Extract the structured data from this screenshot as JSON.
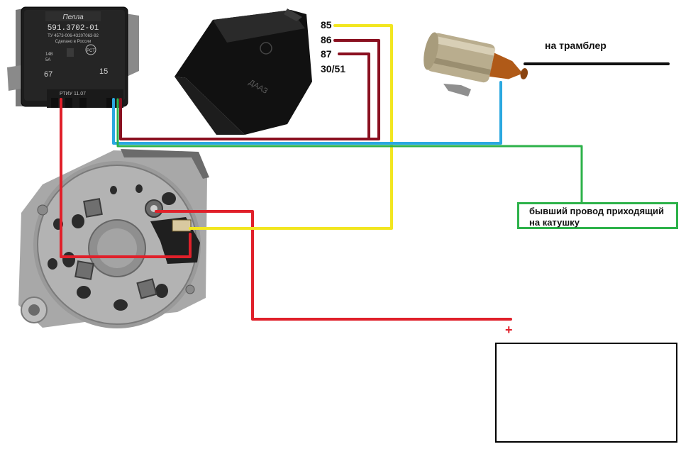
{
  "regulator": {
    "part_number": "591.3702-01",
    "spec_line": "ТУ 4573-006-43207063-92",
    "made_in": "Сделано в России",
    "rating_top": "14В",
    "rating_bottom": "5А",
    "cert_mark": "РСТ",
    "terminal_left": "67",
    "terminal_right": "15",
    "date_code": "РТИУ 11.07"
  },
  "relay": {
    "brand": "ДААЗ",
    "pins": [
      "85",
      "86",
      "87",
      "30/51"
    ]
  },
  "labels": {
    "to_distributor": "на трамблер",
    "former_wire_line1": "бывший провод приходящий",
    "former_wire_line2": "на катушку",
    "battery_plus": "+"
  },
  "colors": {
    "red": "#e0202a",
    "dark_red": "#8a1020",
    "yellow": "#f2e620",
    "blue": "#2aa8e0",
    "green": "#2db24a",
    "black": "#111111"
  }
}
